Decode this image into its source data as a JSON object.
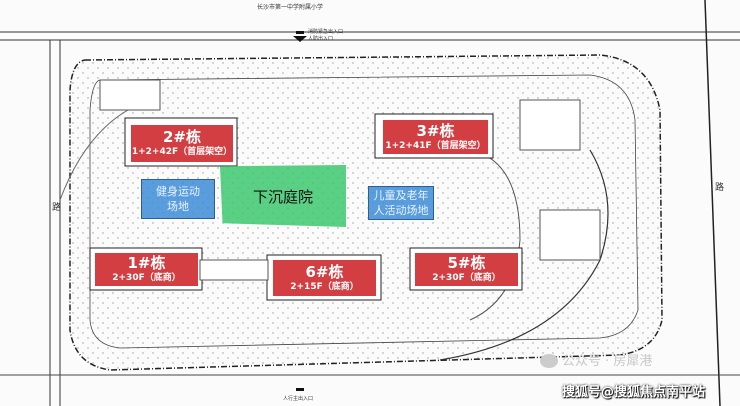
{
  "top_label": "长沙市第一中学附属小学",
  "entrances": {
    "fire": "消防紧急出入口",
    "pedestrian": "人防出入口",
    "bottom": "人行主出入口"
  },
  "buildings": [
    {
      "id": "2",
      "name": "2#栋",
      "floors": "1+2+42F（首层架空）"
    },
    {
      "id": "3",
      "name": "3#栋",
      "floors": "1+2+41F（首层架空）"
    },
    {
      "id": "1",
      "name": "1#栋",
      "floors": "2+30F（底商）"
    },
    {
      "id": "6",
      "name": "6#栋",
      "floors": "2+15F（底商）"
    },
    {
      "id": "5",
      "name": "5#栋",
      "floors": "2+30F（底商）"
    }
  ],
  "zones": {
    "courtyard": "下沉庭院",
    "fitness": "健身运动场地",
    "children": "儿童及老年人活动场地"
  },
  "roads": {
    "left": "路",
    "right": "路"
  },
  "watermark": {
    "account": "公众号 · 房犀港",
    "credit": "搜狐号@搜狐焦点南平站"
  },
  "colors": {
    "building": "#cd2328",
    "zone": "#3c8cd7",
    "courtyard": "#3cc86e"
  }
}
